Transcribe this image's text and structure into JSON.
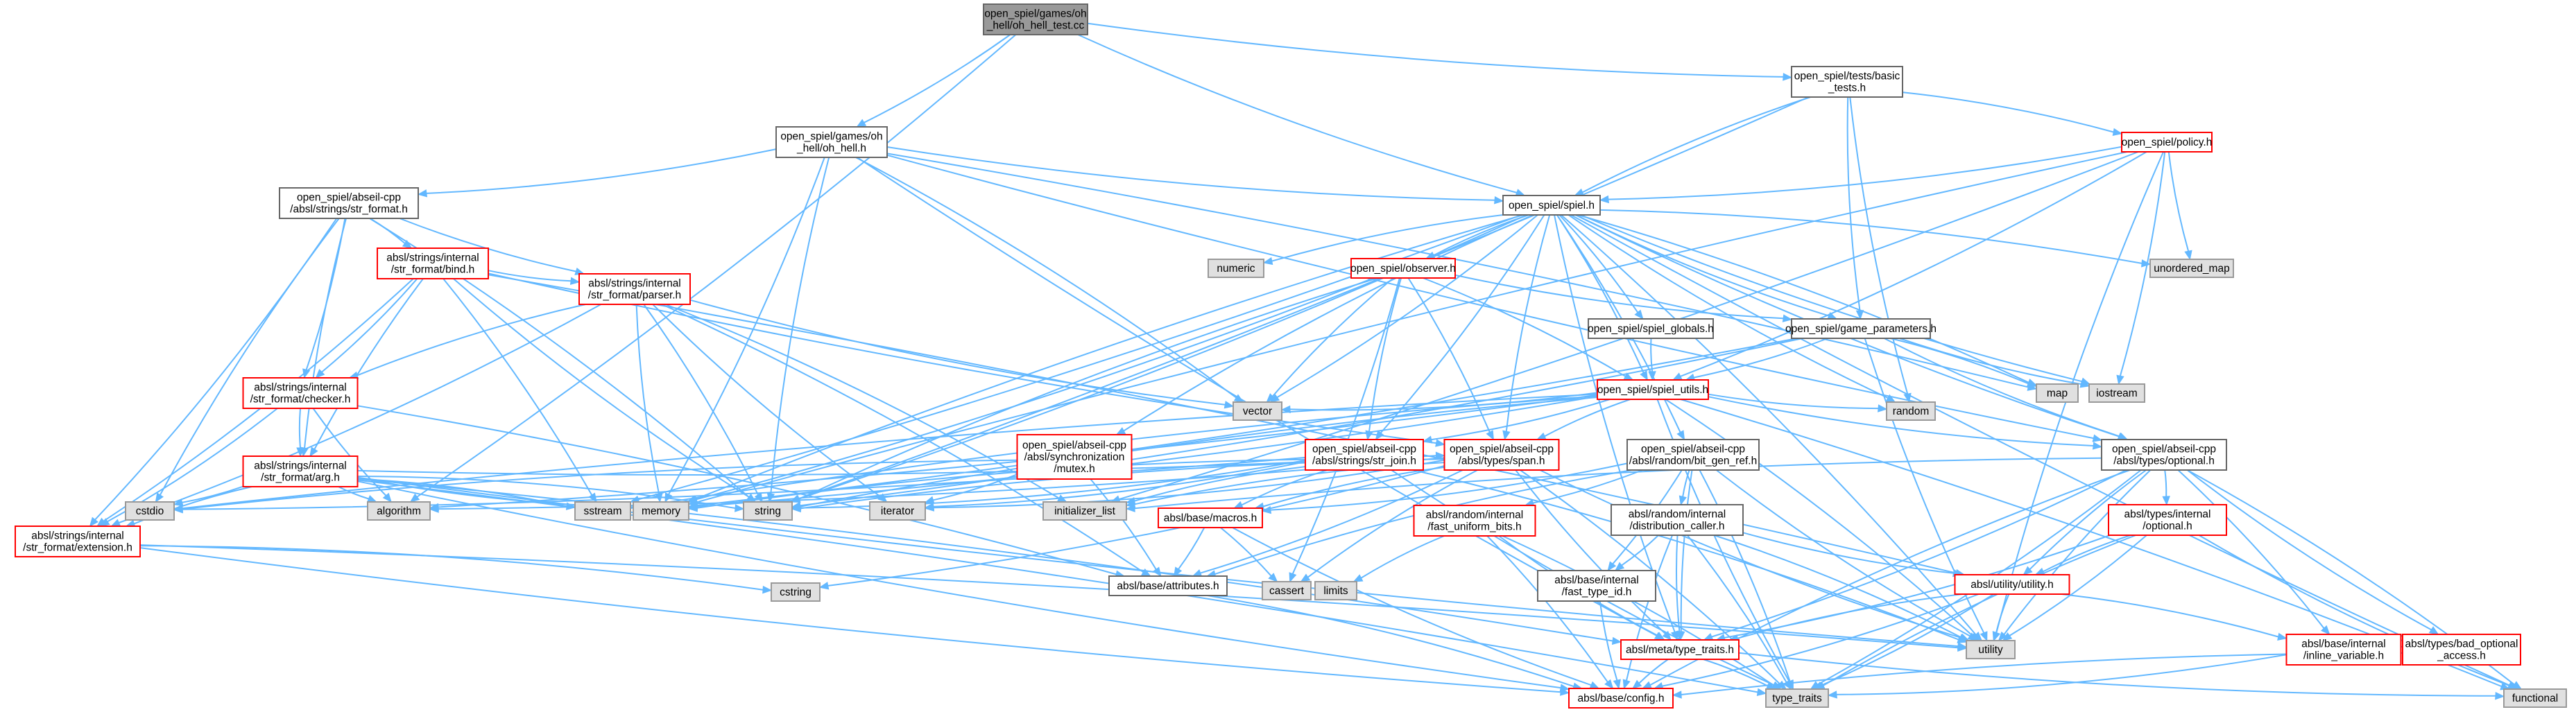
{
  "diagram": {
    "title": "",
    "style": {
      "edge_color": "#63b8ff",
      "root_fill": "#999999",
      "root_stroke": "#666666",
      "doc_stroke": "#666666",
      "external_fill": "#e0e0e0",
      "external_stroke": "#999999",
      "incomplete_stroke": "#ff0000",
      "node_fill": "#ffffff"
    },
    "nodes": [
      {
        "id": "root",
        "lines": [
          "open_spiel/games/oh",
          "_hell/oh_hell_test.cc"
        ],
        "kind": "root"
      },
      {
        "id": "tests_basic",
        "lines": [
          "open_spiel/tests/basic",
          "_tests.h"
        ],
        "kind": "doc"
      },
      {
        "id": "oh_hell_h",
        "lines": [
          "open_spiel/games/oh",
          "_hell/oh_hell.h"
        ],
        "kind": "doc"
      },
      {
        "id": "policy_h",
        "lines": [
          "open_spiel/policy.h"
        ],
        "kind": "incomplete"
      },
      {
        "id": "spiel_h",
        "lines": [
          "open_spiel/spiel.h"
        ],
        "kind": "doc"
      },
      {
        "id": "str_format",
        "lines": [
          "open_spiel/abseil-cpp",
          "/absl/strings/str_format.h"
        ],
        "kind": "doc"
      },
      {
        "id": "bind_h",
        "lines": [
          "absl/strings/internal",
          "/str_format/bind.h"
        ],
        "kind": "incomplete"
      },
      {
        "id": "parser_h",
        "lines": [
          "absl/strings/internal",
          "/str_format/parser.h"
        ],
        "kind": "incomplete"
      },
      {
        "id": "checker_h",
        "lines": [
          "absl/strings/internal",
          "/str_format/checker.h"
        ],
        "kind": "incomplete"
      },
      {
        "id": "arg_h",
        "lines": [
          "absl/strings/internal",
          "/str_format/arg.h"
        ],
        "kind": "incomplete"
      },
      {
        "id": "extension_h",
        "lines": [
          "absl/strings/internal",
          "/str_format/extension.h"
        ],
        "kind": "incomplete"
      },
      {
        "id": "observer_h",
        "lines": [
          "open_spiel/observer.h"
        ],
        "kind": "incomplete"
      },
      {
        "id": "spiel_globals",
        "lines": [
          "open_spiel/spiel_globals.h"
        ],
        "kind": "doc"
      },
      {
        "id": "game_params",
        "lines": [
          "open_spiel/game_parameters.h"
        ],
        "kind": "doc"
      },
      {
        "id": "spiel_utils",
        "lines": [
          "open_spiel/spiel_utils.h"
        ],
        "kind": "incomplete"
      },
      {
        "id": "mutex_h",
        "lines": [
          "open_spiel/abseil-cpp",
          "/absl/synchronization",
          "/mutex.h"
        ],
        "kind": "incomplete"
      },
      {
        "id": "str_join",
        "lines": [
          "open_spiel/abseil-cpp",
          "/absl/strings/str_join.h"
        ],
        "kind": "incomplete"
      },
      {
        "id": "span_h",
        "lines": [
          "open_spiel/abseil-cpp",
          "/absl/types/span.h"
        ],
        "kind": "incomplete"
      },
      {
        "id": "bit_gen_ref",
        "lines": [
          "open_spiel/abseil-cpp",
          "/absl/random/bit_gen_ref.h"
        ],
        "kind": "doc"
      },
      {
        "id": "optional_h",
        "lines": [
          "open_spiel/abseil-cpp",
          "/absl/types/optional.h"
        ],
        "kind": "doc"
      },
      {
        "id": "numeric",
        "lines": [
          "numeric"
        ],
        "kind": "external"
      },
      {
        "id": "unordered_map",
        "lines": [
          "unordered_map"
        ],
        "kind": "external"
      },
      {
        "id": "map",
        "lines": [
          "map"
        ],
        "kind": "external"
      },
      {
        "id": "iostream",
        "lines": [
          "iostream"
        ],
        "kind": "external"
      },
      {
        "id": "vector",
        "lines": [
          "vector"
        ],
        "kind": "external"
      },
      {
        "id": "random",
        "lines": [
          "random"
        ],
        "kind": "external"
      },
      {
        "id": "cstdio",
        "lines": [
          "cstdio"
        ],
        "kind": "external"
      },
      {
        "id": "algorithm",
        "lines": [
          "algorithm"
        ],
        "kind": "external"
      },
      {
        "id": "sstream",
        "lines": [
          "sstream"
        ],
        "kind": "external"
      },
      {
        "id": "memory",
        "lines": [
          "memory"
        ],
        "kind": "external"
      },
      {
        "id": "string",
        "lines": [
          "string"
        ],
        "kind": "external"
      },
      {
        "id": "iterator",
        "lines": [
          "iterator"
        ],
        "kind": "external"
      },
      {
        "id": "initializer_list",
        "lines": [
          "initializer_list"
        ],
        "kind": "external"
      },
      {
        "id": "macros_h",
        "lines": [
          "absl/base/macros.h"
        ],
        "kind": "incomplete"
      },
      {
        "id": "fast_uniform",
        "lines": [
          "absl/random/internal",
          "/fast_uniform_bits.h"
        ],
        "kind": "incomplete"
      },
      {
        "id": "dist_caller",
        "lines": [
          "absl/random/internal",
          "/distribution_caller.h"
        ],
        "kind": "doc"
      },
      {
        "id": "types_optional",
        "lines": [
          "absl/types/internal",
          "/optional.h"
        ],
        "kind": "incomplete"
      },
      {
        "id": "cstring",
        "lines": [
          "cstring"
        ],
        "kind": "external"
      },
      {
        "id": "attributes_h",
        "lines": [
          "absl/base/attributes.h"
        ],
        "kind": "doc"
      },
      {
        "id": "cassert",
        "lines": [
          "cassert"
        ],
        "kind": "external"
      },
      {
        "id": "limits",
        "lines": [
          "limits"
        ],
        "kind": "external"
      },
      {
        "id": "fast_type_id",
        "lines": [
          "absl/base/internal",
          "/fast_type_id.h"
        ],
        "kind": "doc"
      },
      {
        "id": "utility_h",
        "lines": [
          "absl/utility/utility.h"
        ],
        "kind": "incomplete"
      },
      {
        "id": "utility",
        "lines": [
          "utility"
        ],
        "kind": "external"
      },
      {
        "id": "type_traits_h",
        "lines": [
          "absl/meta/type_traits.h"
        ],
        "kind": "incomplete"
      },
      {
        "id": "inline_variable",
        "lines": [
          "absl/base/internal",
          "/inline_variable.h"
        ],
        "kind": "incomplete"
      },
      {
        "id": "bad_optional",
        "lines": [
          "absl/types/bad_optional",
          "_access.h"
        ],
        "kind": "incomplete"
      },
      {
        "id": "config_h",
        "lines": [
          "absl/base/config.h"
        ],
        "kind": "incomplete"
      },
      {
        "id": "type_traits",
        "lines": [
          "type_traits"
        ],
        "kind": "external"
      },
      {
        "id": "functional",
        "lines": [
          "functional"
        ],
        "kind": "external"
      }
    ],
    "edges": [
      [
        "root",
        "tests_basic"
      ],
      [
        "root",
        "oh_hell_h"
      ],
      [
        "root",
        "spiel_h"
      ],
      [
        "root",
        "algorithm"
      ],
      [
        "tests_basic",
        "spiel_h"
      ],
      [
        "tests_basic",
        "policy_h"
      ],
      [
        "tests_basic",
        "game_params"
      ],
      [
        "tests_basic",
        "string"
      ],
      [
        "tests_basic",
        "random"
      ],
      [
        "oh_hell_h",
        "str_format"
      ],
      [
        "oh_hell_h",
        "spiel_h"
      ],
      [
        "oh_hell_h",
        "memory"
      ],
      [
        "oh_hell_h",
        "string"
      ],
      [
        "oh_hell_h",
        "vector"
      ],
      [
        "oh_hell_h",
        "optional_h"
      ],
      [
        "oh_hell_h",
        "map"
      ],
      [
        "oh_hell_h",
        "type_traits_h"
      ],
      [
        "policy_h",
        "spiel_h"
      ],
      [
        "policy_h",
        "unordered_map"
      ],
      [
        "policy_h",
        "iostream"
      ],
      [
        "policy_h",
        "utility"
      ],
      [
        "policy_h",
        "spiel_utils"
      ],
      [
        "policy_h",
        "memory"
      ],
      [
        "policy_h",
        "initializer_list"
      ],
      [
        "spiel_h",
        "numeric"
      ],
      [
        "spiel_h",
        "unordered_map"
      ],
      [
        "spiel_h",
        "observer_h"
      ],
      [
        "spiel_h",
        "spiel_globals"
      ],
      [
        "spiel_h",
        "game_params"
      ],
      [
        "spiel_h",
        "spiel_utils"
      ],
      [
        "spiel_h",
        "mutex_h"
      ],
      [
        "spiel_h",
        "str_join"
      ],
      [
        "spiel_h",
        "span_h"
      ],
      [
        "spiel_h",
        "bit_gen_ref"
      ],
      [
        "spiel_h",
        "optional_h"
      ],
      [
        "spiel_h",
        "map"
      ],
      [
        "spiel_h",
        "iostream"
      ],
      [
        "spiel_h",
        "vector"
      ],
      [
        "spiel_h",
        "random"
      ],
      [
        "spiel_h",
        "sstream"
      ],
      [
        "spiel_h",
        "memory"
      ],
      [
        "spiel_h",
        "string"
      ],
      [
        "spiel_h",
        "functional"
      ],
      [
        "spiel_h",
        "utility"
      ],
      [
        "spiel_h",
        "type_traits_h"
      ],
      [
        "str_format",
        "bind_h"
      ],
      [
        "str_format",
        "parser_h"
      ],
      [
        "str_format",
        "checker_h"
      ],
      [
        "str_format",
        "arg_h"
      ],
      [
        "str_format",
        "extension_h"
      ],
      [
        "str_format",
        "cstdio"
      ],
      [
        "str_format",
        "string"
      ],
      [
        "bind_h",
        "parser_h"
      ],
      [
        "bind_h",
        "checker_h"
      ],
      [
        "bind_h",
        "arg_h"
      ],
      [
        "bind_h",
        "extension_h"
      ],
      [
        "bind_h",
        "span_h"
      ],
      [
        "bind_h",
        "sstream"
      ],
      [
        "bind_h",
        "string"
      ],
      [
        "bind_h",
        "utility_h"
      ],
      [
        "parser_h",
        "checker_h"
      ],
      [
        "parser_h",
        "extension_h"
      ],
      [
        "parser_h",
        "memory"
      ],
      [
        "parser_h",
        "string"
      ],
      [
        "parser_h",
        "vector"
      ],
      [
        "parser_h",
        "initializer_list"
      ],
      [
        "parser_h",
        "iterator"
      ],
      [
        "parser_h",
        "attributes_h"
      ],
      [
        "checker_h",
        "arg_h"
      ],
      [
        "checker_h",
        "extension_h"
      ],
      [
        "checker_h",
        "algorithm"
      ],
      [
        "checker_h",
        "attributes_h"
      ],
      [
        "arg_h",
        "extension_h"
      ],
      [
        "arg_h",
        "cstdio"
      ],
      [
        "arg_h",
        "algorithm"
      ],
      [
        "arg_h",
        "sstream"
      ],
      [
        "arg_h",
        "memory"
      ],
      [
        "arg_h",
        "string"
      ],
      [
        "arg_h",
        "utility"
      ],
      [
        "arg_h",
        "type_traits_h"
      ],
      [
        "arg_h",
        "config_h"
      ],
      [
        "arg_h",
        "type_traits"
      ],
      [
        "arg_h",
        "span_h"
      ],
      [
        "extension_h",
        "cstring"
      ],
      [
        "extension_h",
        "config_h"
      ],
      [
        "extension_h",
        "utility"
      ],
      [
        "observer_h",
        "game_params"
      ],
      [
        "observer_h",
        "spiel_utils"
      ],
      [
        "observer_h",
        "str_join"
      ],
      [
        "observer_h",
        "span_h"
      ],
      [
        "observer_h",
        "vector"
      ],
      [
        "observer_h",
        "memory"
      ],
      [
        "observer_h",
        "string"
      ],
      [
        "observer_h",
        "cassert"
      ],
      [
        "spiel_globals",
        "spiel_utils"
      ],
      [
        "game_params",
        "spiel_utils"
      ],
      [
        "game_params",
        "optional_h"
      ],
      [
        "game_params",
        "map"
      ],
      [
        "game_params",
        "iostream"
      ],
      [
        "game_params",
        "string"
      ],
      [
        "game_params",
        "utility"
      ],
      [
        "game_params",
        "memory"
      ],
      [
        "spiel_utils",
        "optional_h"
      ],
      [
        "spiel_utils",
        "str_join"
      ],
      [
        "spiel_utils",
        "span_h"
      ],
      [
        "spiel_utils",
        "vector"
      ],
      [
        "spiel_utils",
        "random"
      ],
      [
        "spiel_utils",
        "algorithm"
      ],
      [
        "spiel_utils",
        "sstream"
      ],
      [
        "spiel_utils",
        "memory"
      ],
      [
        "spiel_utils",
        "string"
      ],
      [
        "spiel_utils",
        "functional"
      ],
      [
        "spiel_utils",
        "type_traits"
      ],
      [
        "spiel_utils",
        "utility"
      ],
      [
        "spiel_utils",
        "cstdio"
      ],
      [
        "mutex_h",
        "attributes_h"
      ],
      [
        "mutex_h",
        "cstdio"
      ],
      [
        "mutex_h",
        "iterator"
      ],
      [
        "str_join",
        "macros_h"
      ],
      [
        "str_join",
        "string"
      ],
      [
        "str_join",
        "initializer_list"
      ],
      [
        "str_join",
        "iterator"
      ],
      [
        "str_join",
        "type_traits"
      ],
      [
        "str_join",
        "utility"
      ],
      [
        "str_join",
        "memory"
      ],
      [
        "str_join",
        "cstdio"
      ],
      [
        "span_h",
        "macros_h"
      ],
      [
        "span_h",
        "algorithm"
      ],
      [
        "span_h",
        "cassert"
      ],
      [
        "span_h",
        "cstring"
      ],
      [
        "span_h",
        "initializer_list"
      ],
      [
        "span_h",
        "iterator"
      ],
      [
        "span_h",
        "string"
      ],
      [
        "span_h",
        "type_traits"
      ],
      [
        "span_h",
        "type_traits_h"
      ],
      [
        "span_h",
        "attributes_h"
      ],
      [
        "span_h",
        "utility"
      ],
      [
        "bit_gen_ref",
        "fast_uniform"
      ],
      [
        "bit_gen_ref",
        "dist_caller"
      ],
      [
        "bit_gen_ref",
        "fast_type_id"
      ],
      [
        "bit_gen_ref",
        "attributes_h"
      ],
      [
        "bit_gen_ref",
        "macros_h"
      ],
      [
        "bit_gen_ref",
        "type_traits_h"
      ],
      [
        "bit_gen_ref",
        "type_traits"
      ],
      [
        "bit_gen_ref",
        "utility"
      ],
      [
        "optional_h",
        "types_optional"
      ],
      [
        "optional_h",
        "utility_h"
      ],
      [
        "optional_h",
        "inline_variable"
      ],
      [
        "optional_h",
        "bad_optional"
      ],
      [
        "optional_h",
        "type_traits_h"
      ],
      [
        "optional_h",
        "config_h"
      ],
      [
        "optional_h",
        "functional"
      ],
      [
        "optional_h",
        "initializer_list"
      ],
      [
        "optional_h",
        "type_traits"
      ],
      [
        "optional_h",
        "utility"
      ],
      [
        "macros_h",
        "attributes_h"
      ],
      [
        "macros_h",
        "config_h"
      ],
      [
        "macros_h",
        "cassert"
      ],
      [
        "fast_uniform",
        "type_traits_h"
      ],
      [
        "fast_uniform",
        "config_h"
      ],
      [
        "fast_uniform",
        "limits"
      ],
      [
        "fast_uniform",
        "type_traits"
      ],
      [
        "dist_caller",
        "utility_h"
      ],
      [
        "dist_caller",
        "fast_type_id"
      ],
      [
        "dist_caller",
        "config_h"
      ],
      [
        "dist_caller",
        "utility"
      ],
      [
        "dist_caller",
        "type_traits_h"
      ],
      [
        "dist_caller",
        "type_traits"
      ],
      [
        "types_optional",
        "utility_h"
      ],
      [
        "types_optional",
        "type_traits_h"
      ],
      [
        "types_optional",
        "functional"
      ],
      [
        "types_optional",
        "utility"
      ],
      [
        "types_optional",
        "type_traits"
      ],
      [
        "attributes_h",
        "config_h"
      ],
      [
        "fast_type_id",
        "config_h"
      ],
      [
        "utility_h",
        "inline_variable"
      ],
      [
        "utility_h",
        "type_traits_h"
      ],
      [
        "utility_h",
        "config_h"
      ],
      [
        "utility_h",
        "utility"
      ],
      [
        "utility_h",
        "type_traits"
      ],
      [
        "type_traits_h",
        "config_h"
      ],
      [
        "type_traits_h",
        "type_traits"
      ],
      [
        "type_traits_h",
        "functional"
      ],
      [
        "inline_variable",
        "type_traits"
      ],
      [
        "bad_optional",
        "config_h"
      ]
    ]
  }
}
